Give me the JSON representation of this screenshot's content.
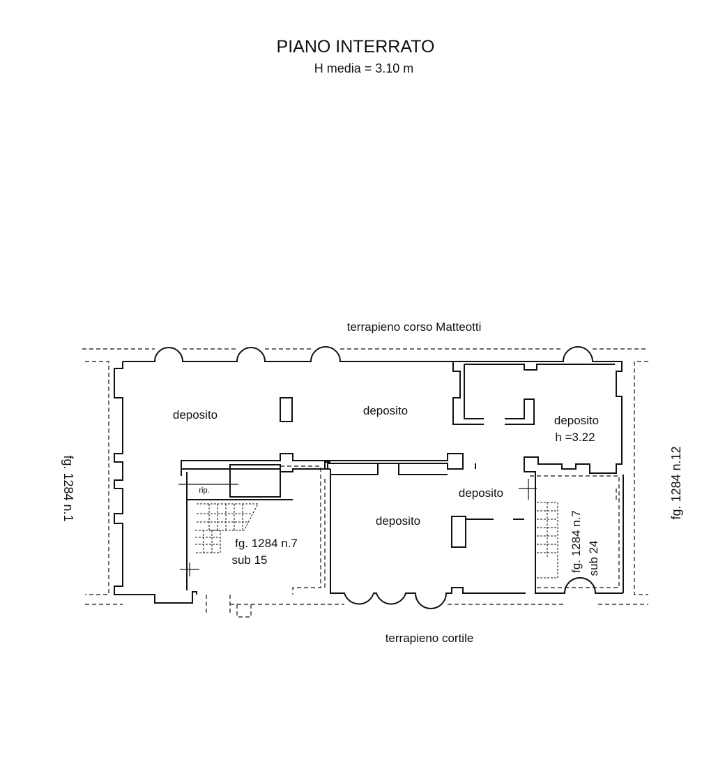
{
  "header": {
    "title": "PIANO INTERRATO",
    "subtitle": "H media  = 3.10 m"
  },
  "surroundings": {
    "north": "terrapieno corso Matteotti",
    "south": "terrapieno cortile",
    "west": "fg. 1284 n.1",
    "east": "fg. 1284 n.12"
  },
  "rooms": {
    "deposito_west": "deposito",
    "deposito_center": "deposito",
    "deposito_east": "deposito",
    "deposito_east_height": "h =3.22",
    "deposito_corridor": "deposito",
    "deposito_south": "deposito",
    "ripostiglio": "rip."
  },
  "units": {
    "sub15_ref": "fg. 1284 n.7",
    "sub15_sub": "sub 15",
    "sub24_ref": "fg. 1284 n.7",
    "sub24_sub": "sub 24"
  }
}
